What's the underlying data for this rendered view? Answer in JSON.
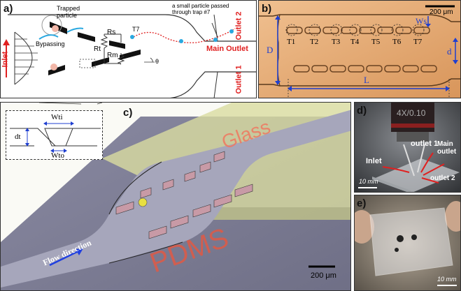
{
  "panel_a": {
    "label": "a)",
    "inlet": "Inlet",
    "trapped": "Trapped\nparticle",
    "bypassing": "Bypassing",
    "rs": "Rs",
    "rt": "Rt",
    "rm": "Rm",
    "t7": "T7",
    "note": "a small particle passed\nthrough trap #7",
    "outlet2": "Outlet 2",
    "main_outlet": "Main Outlet",
    "outlet1": "Outlet 1",
    "theta": "θ"
  },
  "panel_b": {
    "label": "b)",
    "scale": "200 μm",
    "ws": "Ws",
    "d_left": "D",
    "d_right": "d",
    "length": "L",
    "traps": [
      "T1",
      "T2",
      "T3",
      "T4",
      "T5",
      "T6",
      "T7"
    ]
  },
  "panel_c": {
    "label": "c)",
    "glass": "Glass",
    "pdms": "PDMS",
    "flow": "Flow direction",
    "scale": "200 μm"
  },
  "inset": {
    "wti": "Wti",
    "wto": "Wto",
    "dt": "dt"
  },
  "panel_d": {
    "label": "d)",
    "inlet": "Inlet",
    "outlet1": "outlet 1",
    "main_outlet": "Main\noutlet",
    "outlet2": "outlet 2",
    "scale": "10 mm",
    "lens_text": "4X/0.10"
  },
  "panel_e": {
    "label": "e)",
    "scale": "10 mm"
  }
}
